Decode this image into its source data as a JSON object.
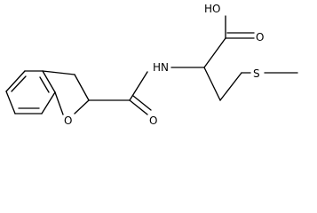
{
  "molecule": {
    "atoms": {
      "hydroxyl": "HO",
      "carbonyl_oxygen_acid": "O",
      "amide_nitrogen": "HN",
      "sulfur": "S",
      "ring_oxygen": "O",
      "carbonyl_oxygen_amide": "O"
    }
  },
  "colors": {
    "bond": "#000000",
    "label": "#000000",
    "background": "#ffffff"
  }
}
